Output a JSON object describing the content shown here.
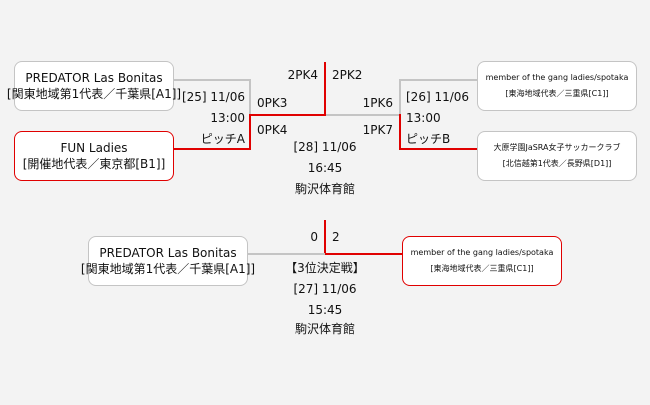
{
  "semifinal_left": {
    "team_top": {
      "name": "PREDATOR Las Bonitas",
      "info": "[関東地域第1代表／千葉県[A1]]"
    },
    "team_bottom": {
      "name": "FUN Ladies",
      "info": "[開催地代表／東京都[B1]]"
    },
    "match": "[25] 11/06",
    "time": "13:00",
    "venue": "ピッチA",
    "score_top": "0PK3",
    "score_bottom": "0PK4"
  },
  "semifinal_right": {
    "team_top": {
      "name": "member of the gang ladies/spotaka",
      "info": "[東海地域代表／三重県[C1]]"
    },
    "team_bottom": {
      "name": "大原学園JaSRA女子サッカークラブ",
      "info": "[北信越第1代表／長野県[D1]]"
    },
    "match": "[26] 11/06",
    "time": "13:00",
    "venue": "ピッチB",
    "score_top": "1PK6",
    "score_bottom": "1PK7"
  },
  "final": {
    "score_left": "2PK4",
    "score_right": "2PK2",
    "match": "[28] 11/06",
    "time": "16:45",
    "venue": "駒沢体育館"
  },
  "third_place": {
    "title": "【3位決定戦】",
    "team_left": {
      "name": "PREDATOR Las Bonitas",
      "info": "[関東地域第1代表／千葉県[A1]]"
    },
    "team_right": {
      "name": "member of the gang ladies/spotaka",
      "info": "[東海地域代表／三重県[C1]]"
    },
    "score_left": "0",
    "score_right": "2",
    "match": "[27] 11/06",
    "time": "15:45",
    "venue": "駒沢体育館"
  },
  "colors": {
    "winner": "#e00000",
    "loser": "#c4c4c4"
  }
}
